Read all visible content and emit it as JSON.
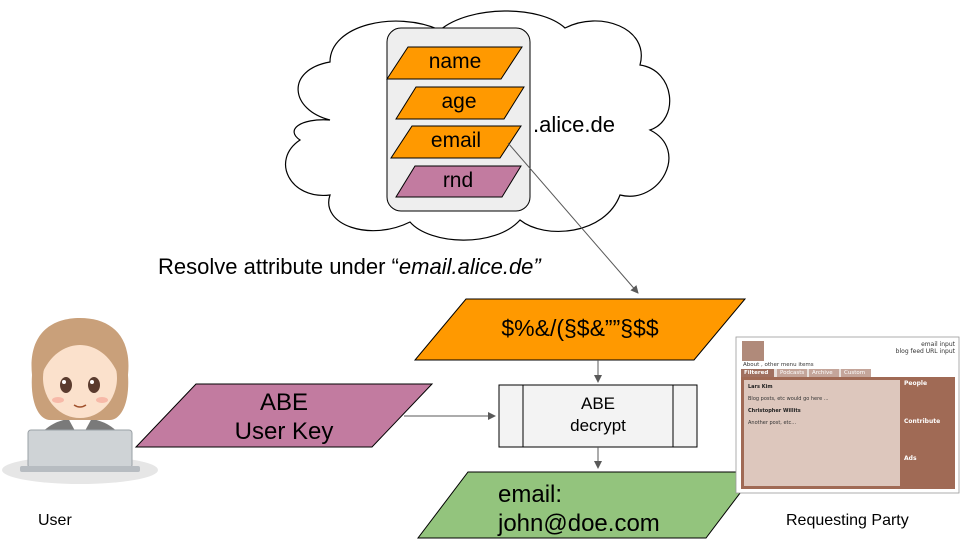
{
  "cloud": {
    "attributes": [
      "name",
      "age",
      "email",
      "rnd"
    ],
    "domain": ".alice.de"
  },
  "resolve": {
    "prefix": "Resolve attribute under “",
    "target": "email.alice.de”"
  },
  "ciphertext": "$%&/(§$&””§$$",
  "abe_key": {
    "line1": "ABE",
    "line2": "User Key"
  },
  "decrypt": {
    "line1": "ABE",
    "line2": "decrypt"
  },
  "result": {
    "line1": "email:",
    "line2": "john@doe.com"
  },
  "labels": {
    "user": "User",
    "party": "Requesting Party"
  },
  "website": {
    "header_right_1": "email input",
    "header_right_2": "blog feed URL input",
    "menu": "About , other menu items",
    "tabs": [
      "Filtered",
      "Podcasts",
      "Archive",
      "Custom"
    ],
    "post1_author": "Lars Kim",
    "post1_text": "Blog posts, etc would go  here ...",
    "post2_author": "Christopher Willits",
    "post2_text": "Another post, etc...",
    "side_people": "People",
    "side_contribute": "Contribute",
    "side_ads": "Ads"
  },
  "colors": {
    "orange": "#ff9900",
    "mauve": "#c27ba0",
    "green": "#93c47d",
    "cloud_fill": "#eeeeee"
  }
}
